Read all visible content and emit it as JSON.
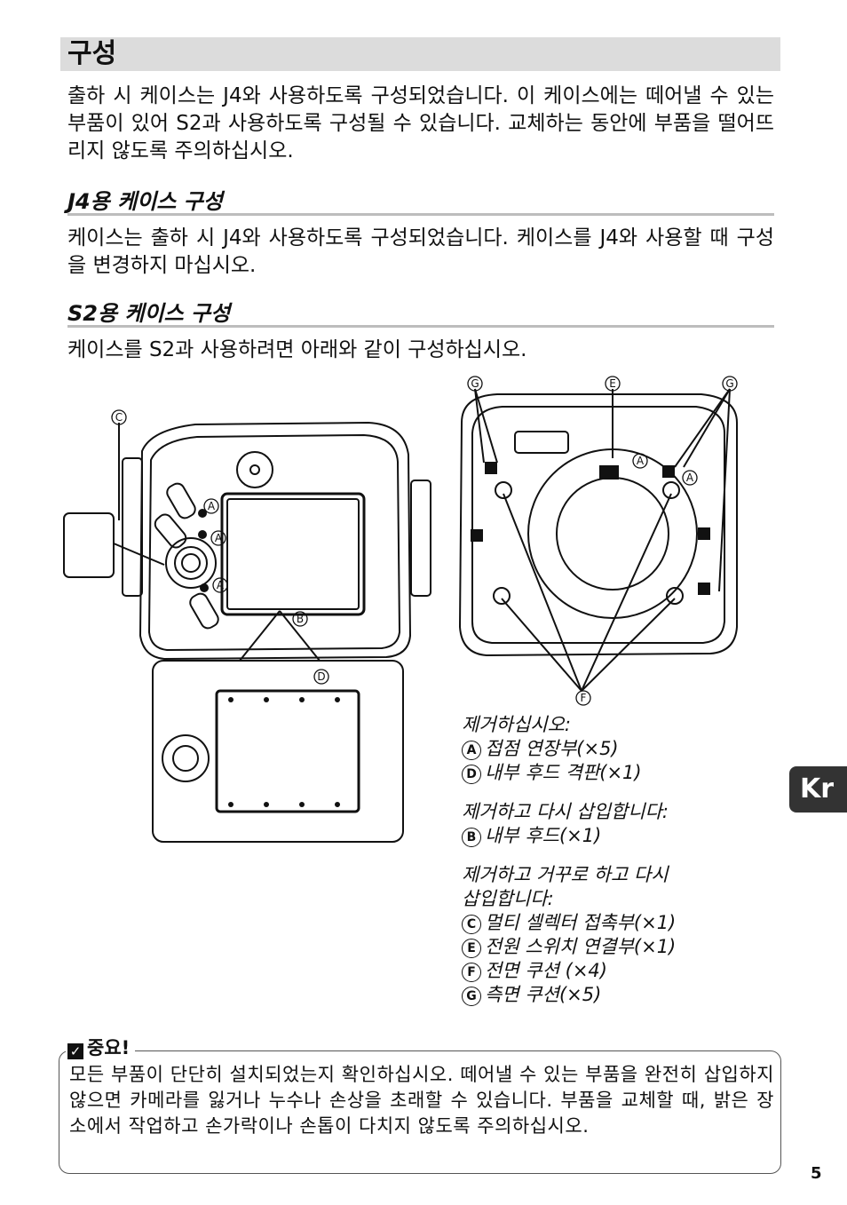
{
  "title": "구성",
  "intro": "출하 시 케이스는 J4와 사용하도록 구성되었습니다. 이 케이스에는 떼어낼 수 있는 부품이 있어 S2과 사용하도록 구성될 수 있습니다. 교체하는 동안에 부품을 떨어뜨리지 않도록 주의하십시오.",
  "sections": [
    {
      "heading": "J4용 케이스 구성",
      "body": "케이스는 출하 시 J4와 사용하도록 구성되었습니다. 케이스를 J4와 사용할 때 구성을 변경하지 마십시오."
    },
    {
      "heading": "S2용 케이스 구성",
      "body": "케이스를 S2과 사용하려면 아래와 같이 구성하십시오."
    }
  ],
  "figure_labels": {
    "a": "A",
    "b": "B",
    "c": "C",
    "d": "D",
    "e": "E",
    "f": "F",
    "g": "G"
  },
  "legend": {
    "remove_heading": "제거하십시오:",
    "remove_items": [
      {
        "letter": "A",
        "text": "접점 연장부(×5)"
      },
      {
        "letter": "D",
        "text": "내부 후드 격판(×1)"
      }
    ],
    "reinsert_heading": "제거하고 다시 삽입합니다:",
    "reinsert_items": [
      {
        "letter": "B",
        "text": "내부 후드(×1)"
      }
    ],
    "flip_heading_1": "제거하고 거꾸로 하고 다시",
    "flip_heading_2": "삽입합니다:",
    "flip_items": [
      {
        "letter": "C",
        "text": "멀티 셀렉터 접촉부(×1)"
      },
      {
        "letter": "E",
        "text": "전원 스위치 연결부(×1)"
      },
      {
        "letter": "F",
        "text": "전면 쿠션 (×4)"
      },
      {
        "letter": "G",
        "text": "측면 쿠션(×5)"
      }
    ]
  },
  "note": {
    "heading": "중요!",
    "body": "모든 부품이 단단히 설치되었는지 확인하십시오. 떼어낼 수 있는 부품을 완전히 삽입하지 않으면 카메라를 잃거나 누수나 손상을 초래할 수 있습니다. 부품을 교체할 때, 밝은 장소에서 작업하고 손가락이나 손톱이 다치지 않도록 주의하십시오."
  },
  "lang_tab": "Kr",
  "page_number": "5"
}
